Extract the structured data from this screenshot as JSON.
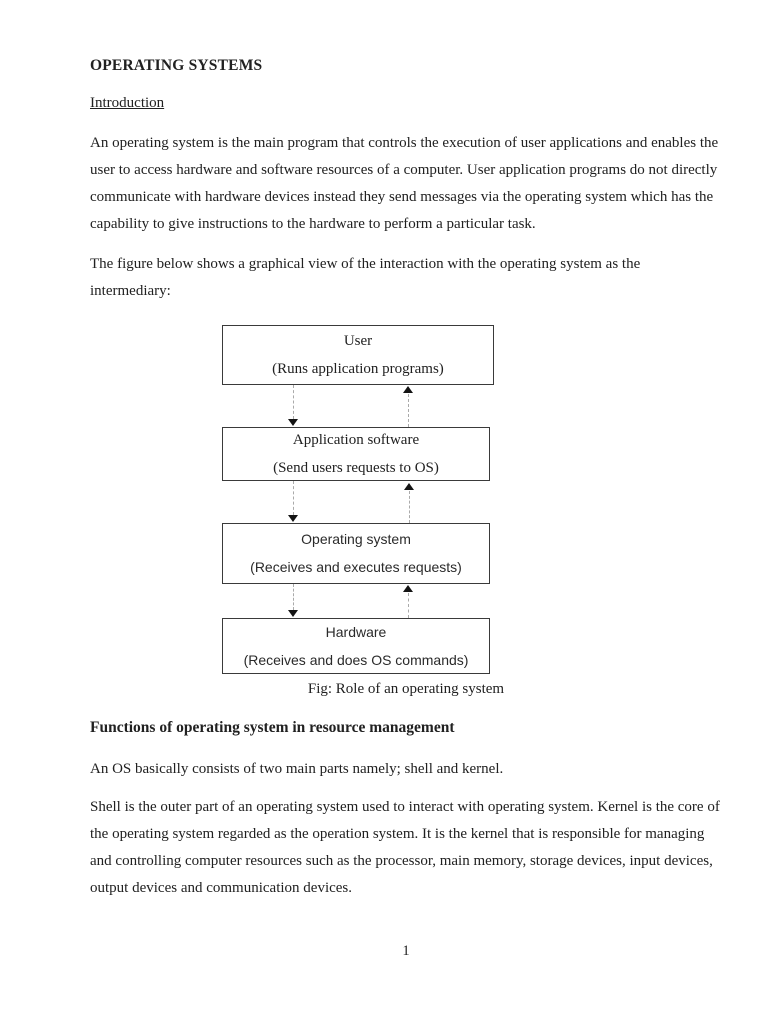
{
  "document": {
    "title": "OPERATING SYSTEMS",
    "introduction_heading": "Introduction",
    "intro_paragraph": [
      "An operating system is the main program that controls the execution of user applications and enables the",
      "user to access hardware and software resources of a computer. User application programs do not directly",
      "communicate with hardware devices instead they send messages via the operating system which has the",
      "capability to give instructions to the hardware to perform a particular task."
    ],
    "figure_intro_paragraph": [
      "The figure below shows a graphical view of the interaction with the operating system as the",
      "intermediary:"
    ]
  },
  "diagram": {
    "boxes": [
      {
        "title": "User",
        "subtitle": "(Runs application programs)"
      },
      {
        "title": "Application software",
        "subtitle": "(Send users requests to OS)"
      },
      {
        "title": "Operating system",
        "subtitle": "(Receives and executes requests)"
      },
      {
        "title": "Hardware",
        "subtitle": "(Receives and does OS commands)"
      }
    ],
    "caption": "Fig: Role of an operating system"
  },
  "functions_section": {
    "heading": "Functions of operating system in resource management",
    "parts_paragraph": [
      "An OS basically consists of two main parts namely; shell and kernel."
    ],
    "shell_kernel_paragraph": [
      "Shell is the outer part of an operating system used to interact with operating system. Kernel is the core of",
      "the operating system regarded as the operation system. It is the kernel that is responsible for managing",
      "and controlling computer resources such as the processor, main memory, storage devices, input devices,",
      "output devices and communication devices."
    ]
  },
  "footer": {
    "page_number": "1"
  }
}
